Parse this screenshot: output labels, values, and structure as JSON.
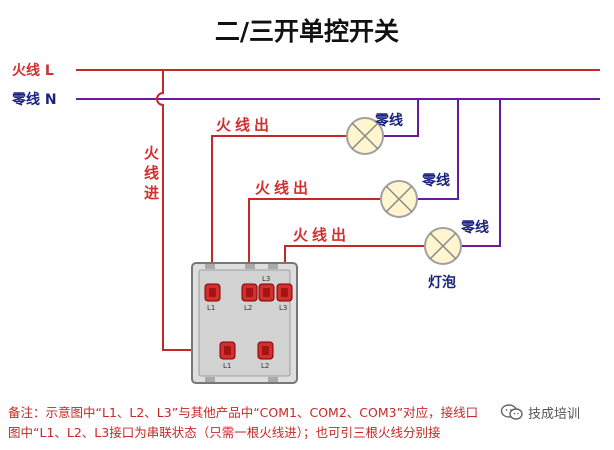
{
  "title": "二/三开单控开关",
  "labels": {
    "live": "火线 L",
    "neutral": "零线 N",
    "live_in": [
      "火",
      "线",
      "进"
    ],
    "live_out_1": "火线出",
    "live_out_2": "火线出",
    "live_out_3": "火线出",
    "neutral_1": "零线",
    "neutral_2": "零线",
    "neutral_3": "零线",
    "bulb": "灯泡",
    "term_l1_top": "L1",
    "term_l2_top": "L2",
    "term_l3_top": "L3",
    "term_l3_mid": "L3",
    "term_l1_bot": "L1",
    "term_l2_bot": "L2"
  },
  "notes": {
    "line1": "备注：示意图中“L1、L2、L3”与其他产品中“COM1、COM2、COM3”对应，接线口",
    "line2": "图中“L1、L2、L3接口为串联状态（只需一根火线进）；也可引三根火线分别接"
  },
  "watermark": {
    "text": "技成培训",
    "icon": "wechat-icon"
  },
  "colors": {
    "wire": "#c62828",
    "neutral_wire": "#6a1b9a",
    "label_red": "#d32f2f",
    "label_blue": "#1a237e",
    "bulb_fill": "#fff6cf",
    "bulb_stroke": "#a0a0a0"
  }
}
